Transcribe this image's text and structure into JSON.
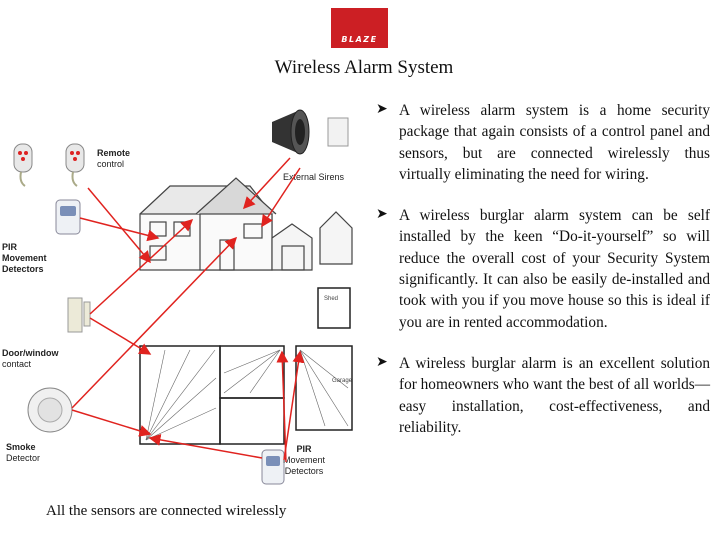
{
  "logo": {
    "text": "BLAZE"
  },
  "title": "Wireless Alarm System",
  "bullets": [
    "A wireless alarm system is a home security package that again consists of a control panel and sensors, but are connected wirelessly thus virtually eliminating the need for wiring.",
    "A wireless burglar alarm system can be self installed by the keen “Do-it-yourself” so will reduce the overall cost of your Security System significantly.  It can also be easily de-installed and took with you if you move house so this is ideal if you are in rented accommodation.",
    "A wireless burglar alarm is an excellent solution for homeowners who want the best of all worlds—easy installation, cost-effectiveness, and reliability."
  ],
  "diagram": {
    "remote_control": [
      "Remote",
      "control"
    ],
    "external_sirens": "External Sirens",
    "pir_left": [
      "PIR",
      "Movement",
      "Detectors"
    ],
    "door_window": [
      "Door/window",
      "contact"
    ],
    "smoke": [
      "Smoke",
      "Detector"
    ],
    "pir_right": [
      "PIR",
      "Movement",
      "Detectors"
    ],
    "shed": "Shed",
    "garage": "Garage"
  },
  "caption": "All the sensors are connected wirelessly",
  "colors": {
    "brand": "#cc1f24",
    "arrow": "#e0231f"
  },
  "icons": {
    "bullet": "arrow-bullet-icon"
  }
}
